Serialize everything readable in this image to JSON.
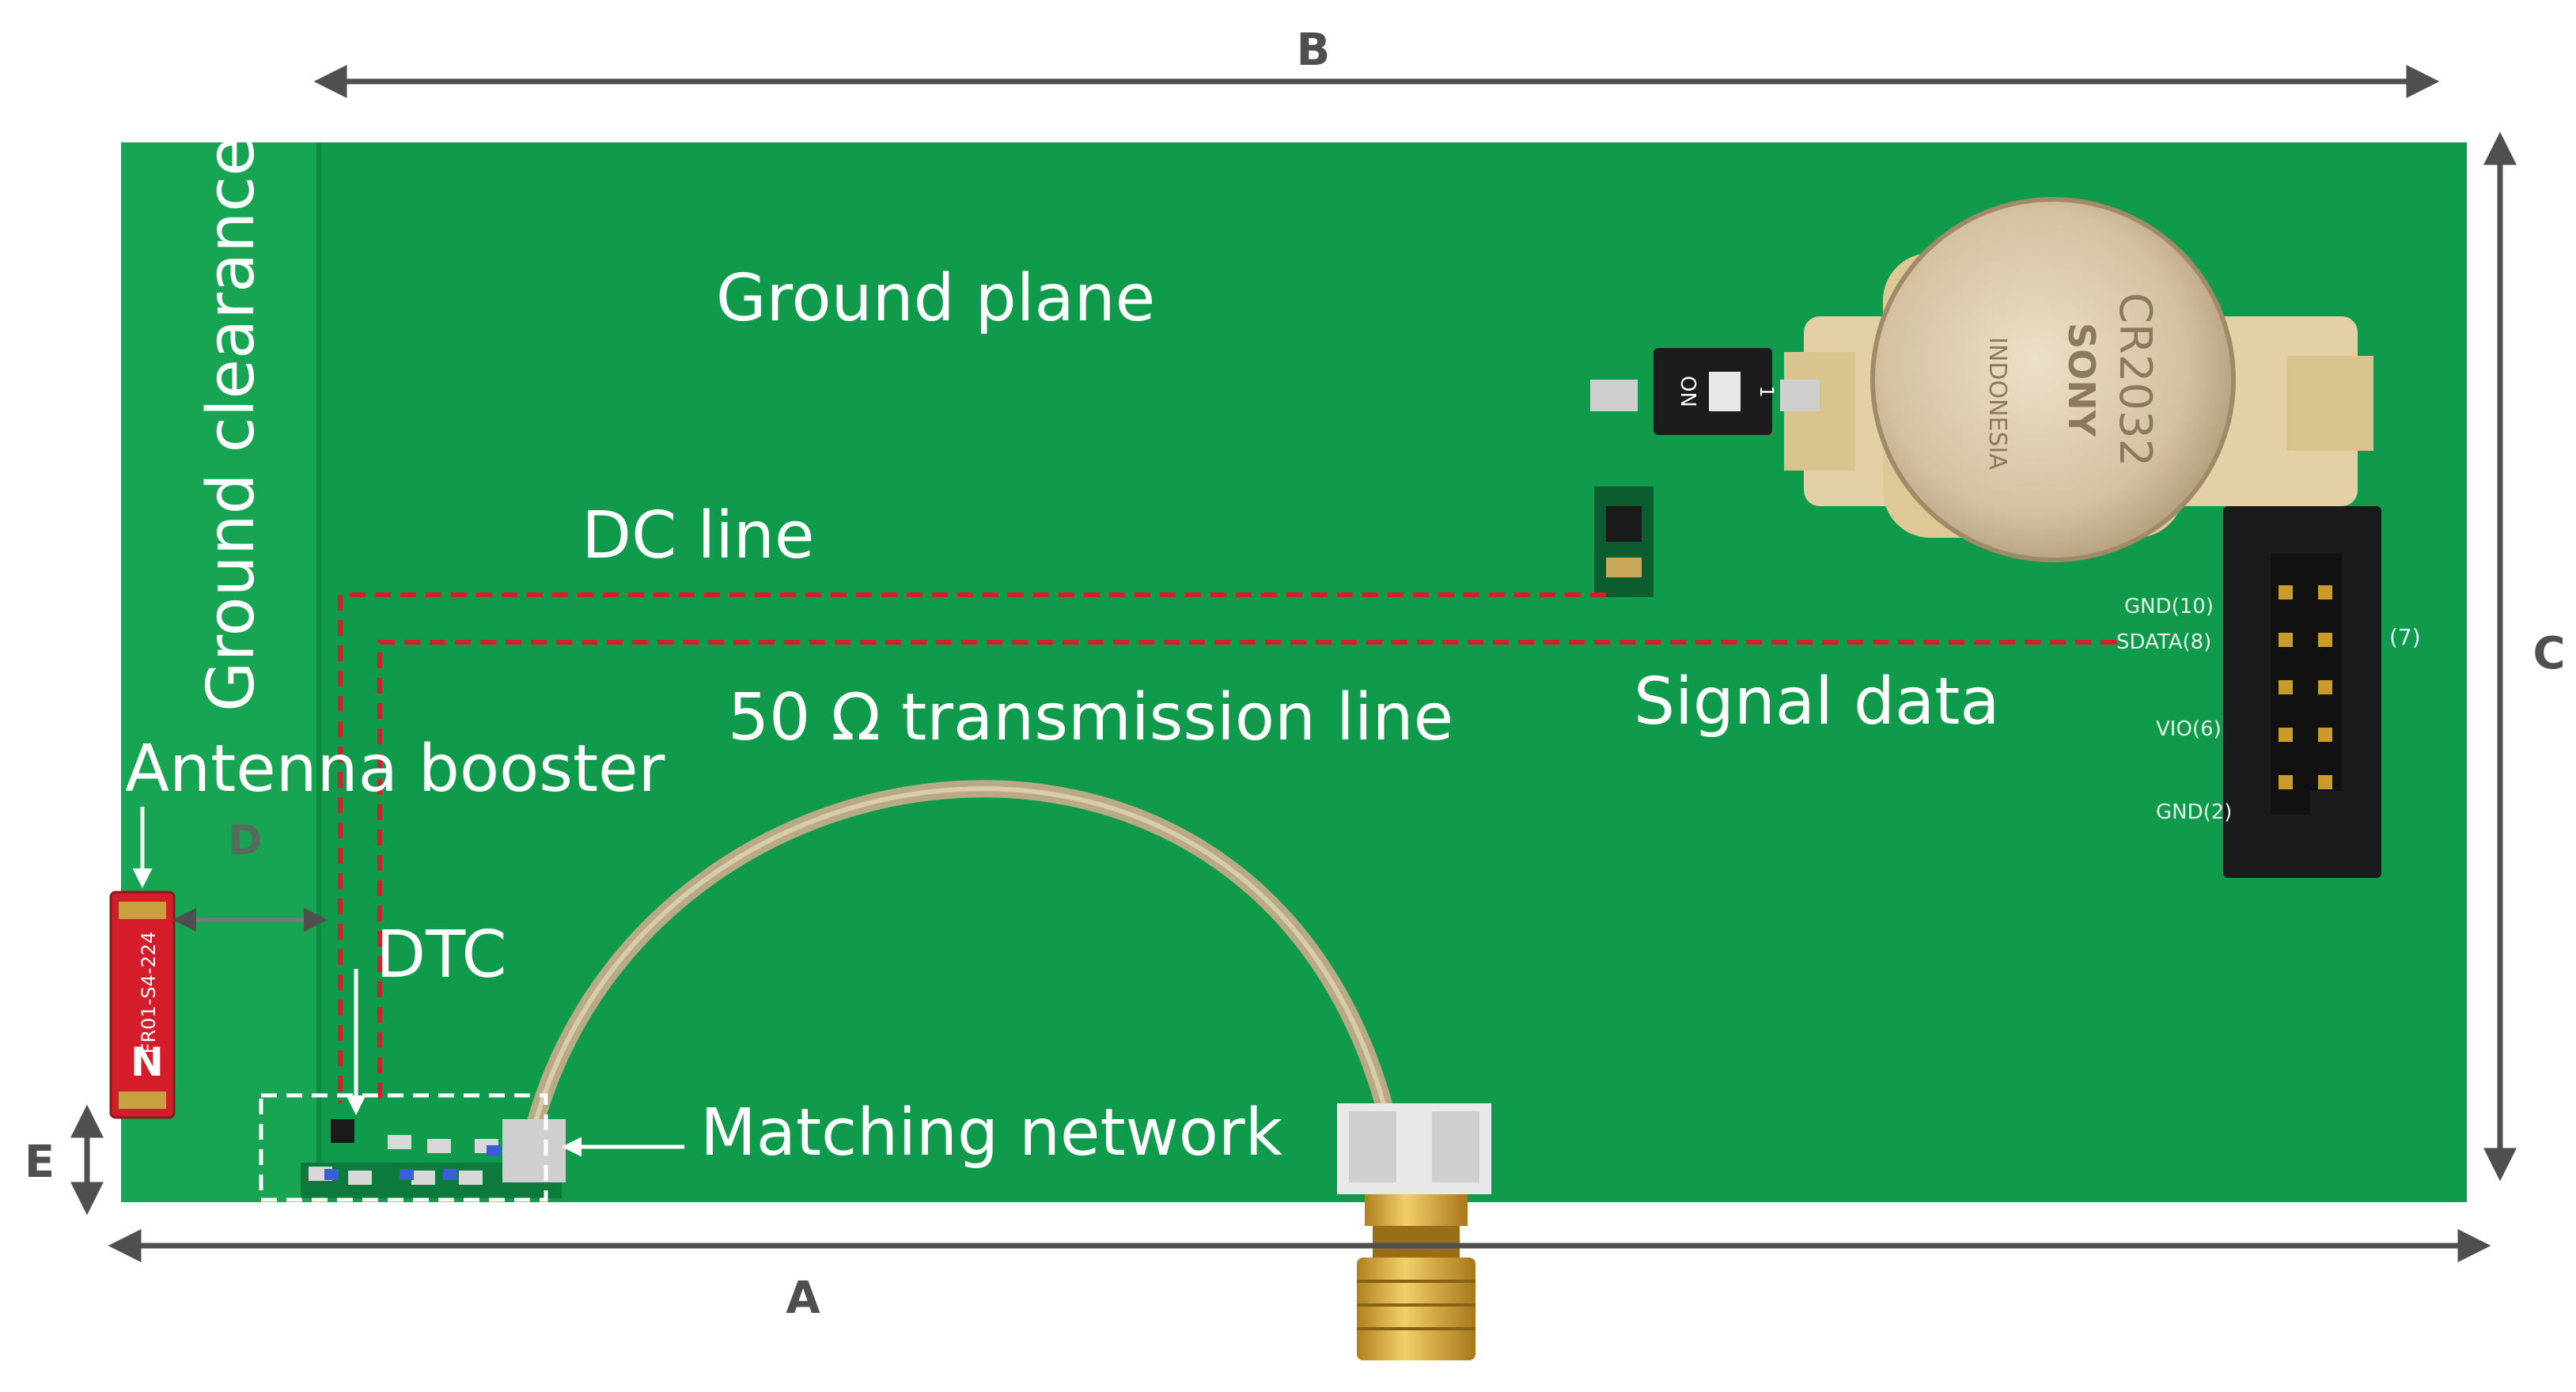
{
  "labels": {
    "ground_plane": "Ground plane",
    "ground_clearance": "Ground clearance",
    "dc_line": "DC line",
    "transmission_line": "50 Ω transmission line",
    "signal_data": "Signal data",
    "antenna_booster": "Antenna booster",
    "dtc": "DTC",
    "matching_network": "Matching network"
  },
  "dimensions": {
    "a": "A",
    "b": "B",
    "c": "C",
    "d": "D",
    "e": "E"
  },
  "connector_pins": {
    "gnd_10": "GND(10)",
    "sdata_8": "SDATA(8)",
    "pin_7": "(7)",
    "vio_6": "VIO(6)",
    "gnd_2": "GND(2)"
  },
  "component_text": {
    "battery_model": "CR2032",
    "battery_brand": "SONY",
    "battery_origin": "INDONESIA",
    "switch_on": "ON",
    "switch_one": "1",
    "booster_part": "FR01-S4-224"
  },
  "colors": {
    "pcb": "#0f9a4a",
    "pcb_light": "#17a553",
    "dashed_line": "#d41f2a",
    "label": "#ffffff",
    "dimension": "#4f4f4f",
    "booster": "#d51c2a"
  }
}
